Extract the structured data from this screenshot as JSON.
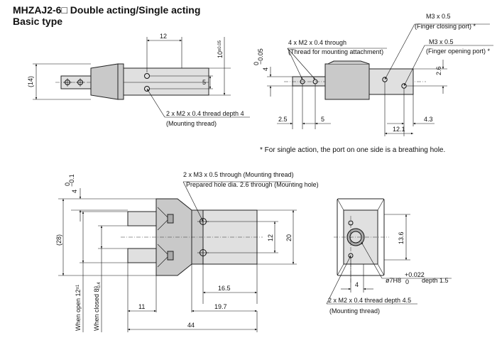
{
  "header": {
    "title": "MHZAJ2-6□ Double acting/Single acting",
    "subtitle": "Basic type"
  },
  "view1": {
    "dim_12": "12",
    "dim_10": "10",
    "tol_10": "±0.05",
    "dim_14": "(14)",
    "dim_5": "5",
    "callout_line1": "2 x M2 x 0.4 thread depth 4",
    "callout_line2": "(Mounting thread)"
  },
  "view2": {
    "thru_line1": "4 x M2 x 0.4 through",
    "thru_line2": "(Thread for mounting attachment)",
    "close_port_line1": "M3 x 0.5",
    "close_port_line2": "(Finger closing port) *",
    "open_port_line1": "M3 x 0.5",
    "open_port_line2": "(Finger opening port) *",
    "dim_4": "4",
    "tol_4_upper": "0",
    "tol_4_lower": "−0.05",
    "dim_2_6": "2.6",
    "dim_2_5": "2.5",
    "dim_5": "5",
    "dim_12_1": "12.1",
    "dim_4_3": "4.3"
  },
  "footnote": "* For single action, the port on one side is a breathing hole.",
  "view3": {
    "thru_line1": "2 x M3 x 0.5 through (Mounting thread)",
    "thru_line2": "Prepared hole dia. 2.6 through (Mounting hole)",
    "dim_4": "4",
    "tol_4_upper": "0",
    "tol_4_lower": "−0.1",
    "dim_28": "(28)",
    "open_label": "When open 12",
    "open_tol": "±1",
    "closed_label": "When closed 8",
    "closed_tol": "−0.4",
    "closed_tol_upper": "0",
    "dim_12": "12",
    "dim_20": "20",
    "dim_16_5": "16.5",
    "dim_11": "11",
    "dim_19_7": "19.7",
    "dim_44": "44"
  },
  "view4": {
    "dim_13_6": "13.6",
    "dim_4": "4",
    "bore_label": "ø7H8",
    "bore_tol_upper": "+0.022",
    "bore_tol_lower": "0",
    "bore_depth": "depth 1.5",
    "callout_line1": "2 x M2 x 0.4 thread depth 4.5",
    "callout_line2": "(Mounting thread)"
  }
}
